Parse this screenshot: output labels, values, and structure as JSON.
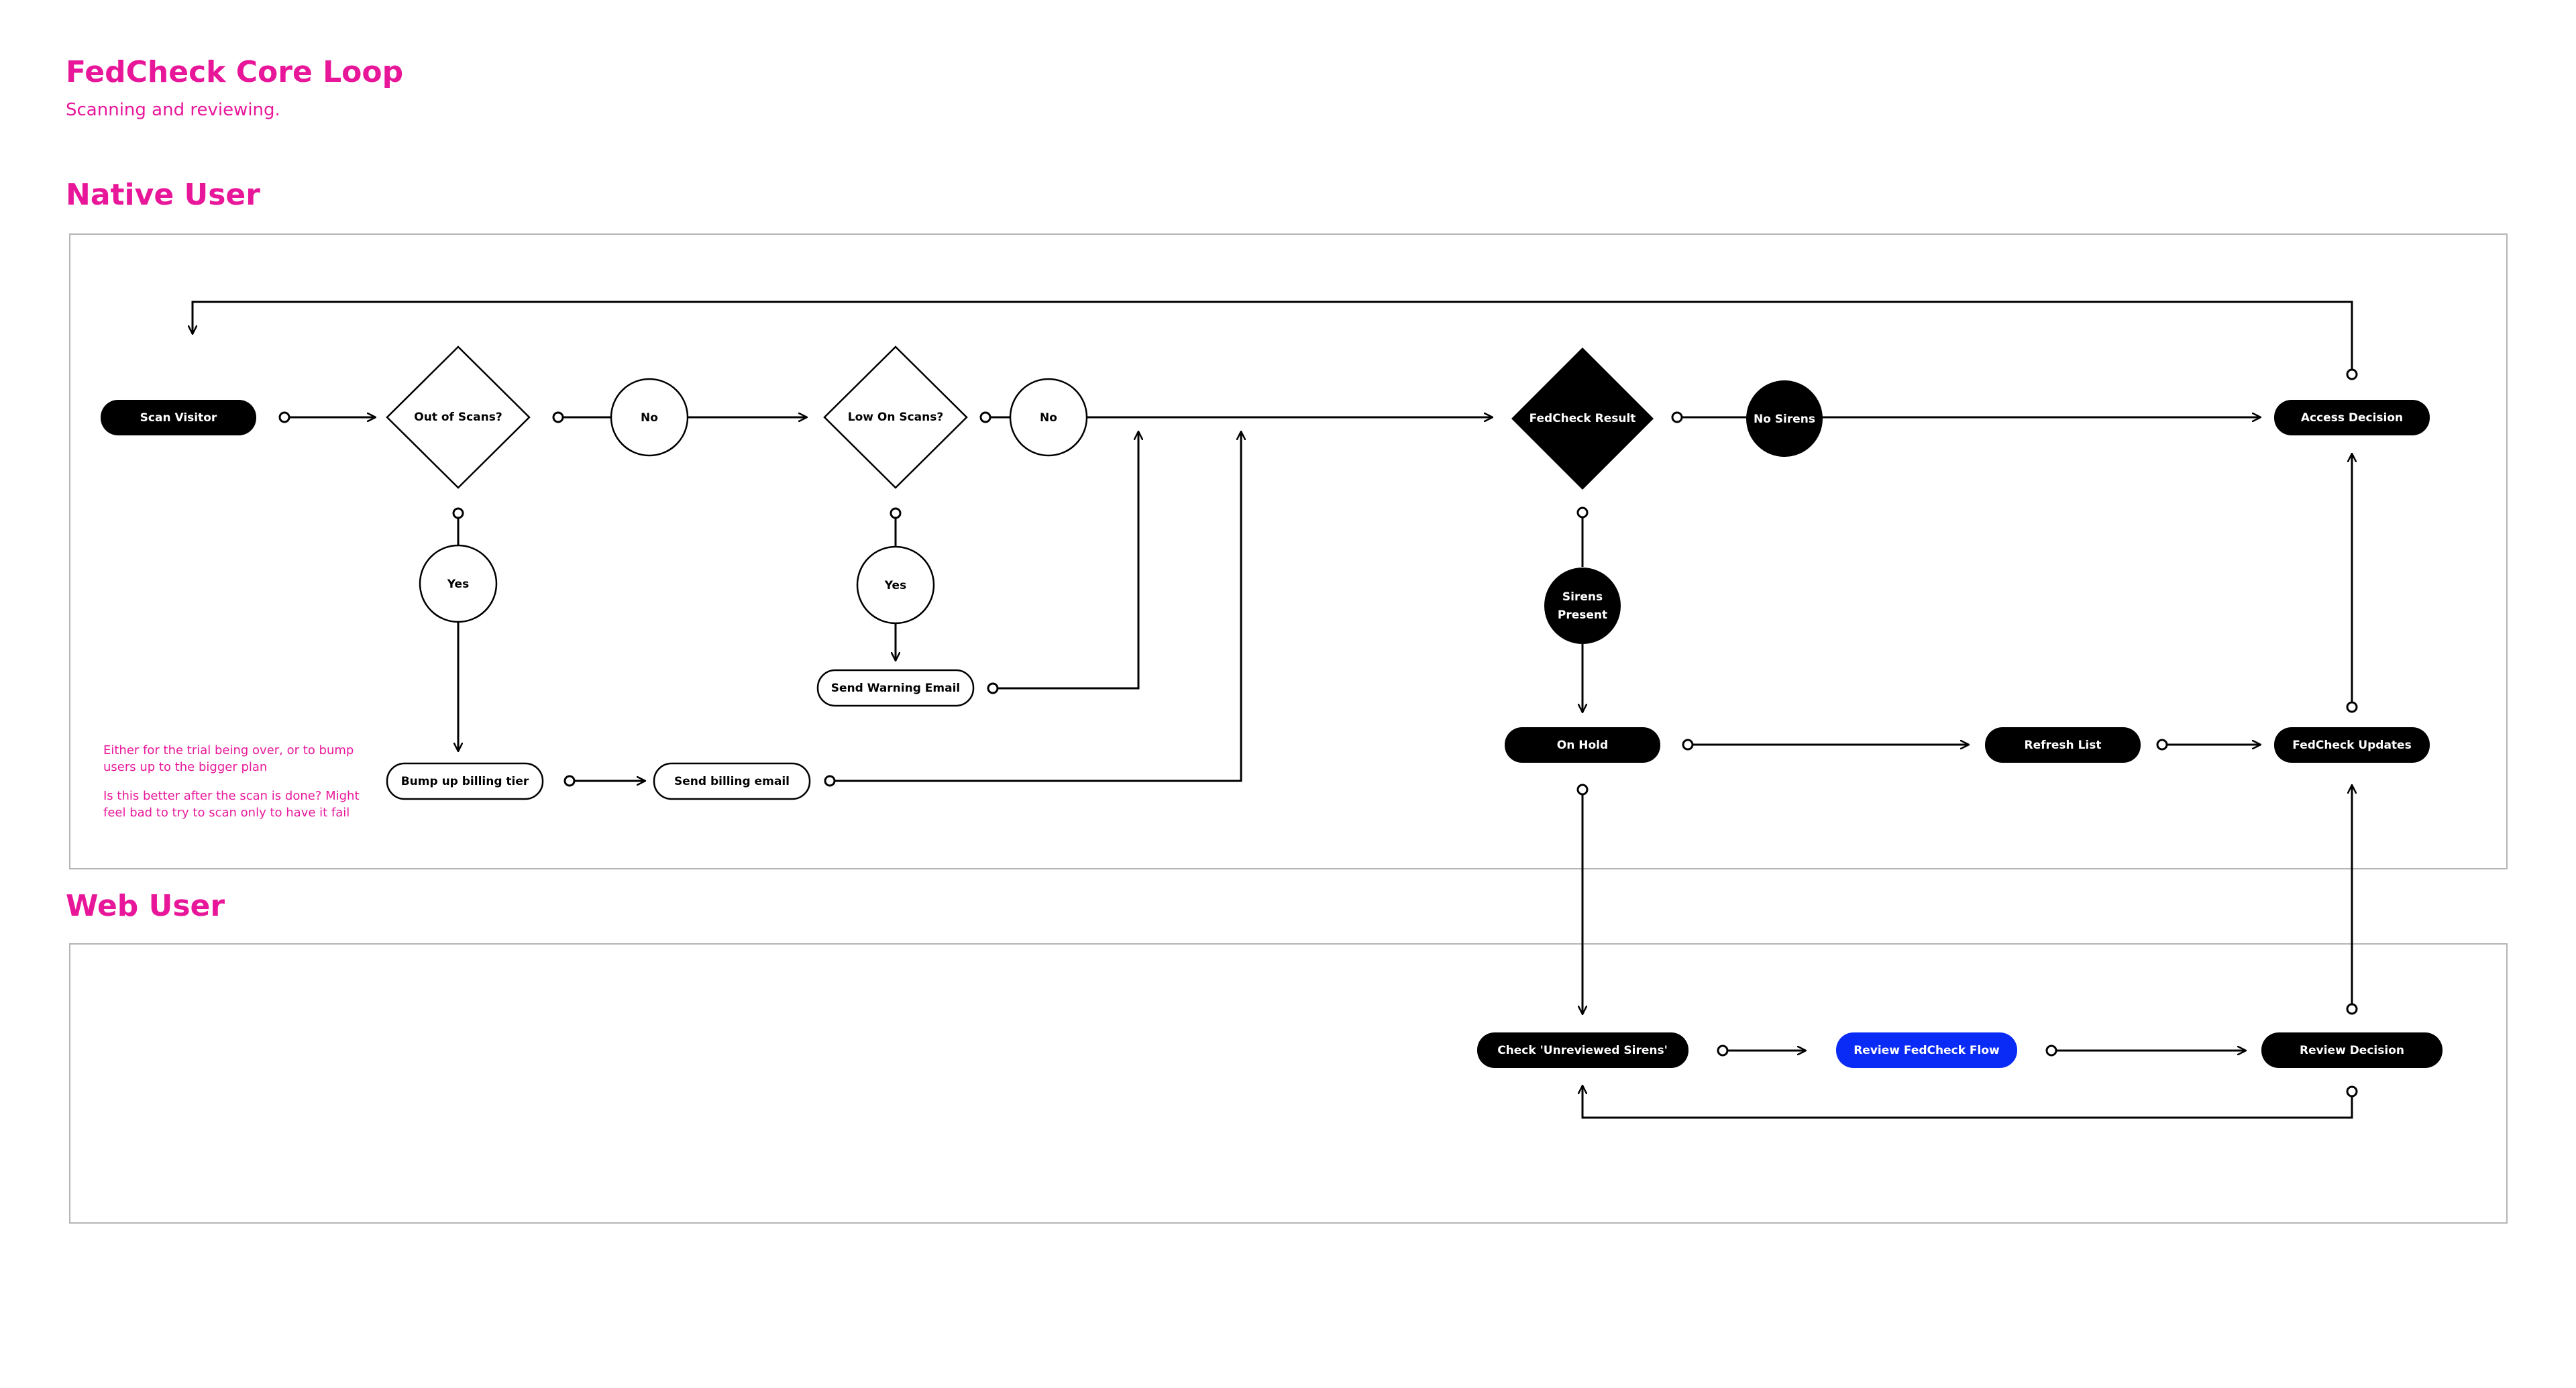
{
  "header": {
    "title": "FedCheck Core Loop",
    "subtitle": "Scanning and reviewing."
  },
  "lanes": {
    "native": "Native User",
    "web": "Web User"
  },
  "nodes": {
    "scan_visitor": "Scan Visitor",
    "out_of_scans": "Out of Scans?",
    "no_1": "No",
    "yes_1": "Yes",
    "low_on_scans": "Low On Scans?",
    "no_2": "No",
    "yes_2": "Yes",
    "send_warning_email": "Send Warning Email",
    "bump_billing": "Bump up billing tier",
    "send_billing_email": "Send billing email",
    "fedcheck_result": "FedCheck Result",
    "no_sirens": "No Sirens",
    "sirens_line1": "Sirens",
    "sirens_line2": "Present",
    "access_decision": "Access Decision",
    "on_hold": "On Hold",
    "refresh_list": "Refresh List",
    "fedcheck_updates": "FedCheck Updates",
    "check_unreviewed": "Check 'Unreviewed Sirens'",
    "review_flow": "Review FedCheck Flow",
    "review_decision": "Review Decision"
  },
  "notes": {
    "note1_line1": "Either for the trial being over, or to bump",
    "note1_line2": "users up to the bigger plan",
    "note2_line1": "Is this better after the scan is done? Might",
    "note2_line2": "feel bad to try to scan only to have it fail"
  },
  "colors": {
    "accent": "#e8179a",
    "primary": "#000000",
    "highlight": "#0a2bf5"
  }
}
